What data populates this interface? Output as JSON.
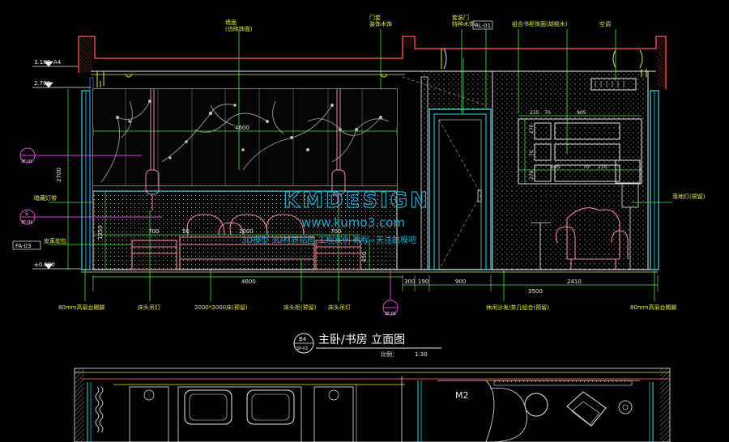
{
  "title": {
    "badge_top": "B4",
    "badge_bottom": "SP-02",
    "main": "主卧/书房 立面图",
    "scale_label": "比例：",
    "scale_value": "1:30"
  },
  "watermark": {
    "line1": "KMDESIGN",
    "line2": "www.kumo3.com",
    "line3": "3D模型 3D材质贴图 工程案例 教程=天注酷模吧"
  },
  "elevations": {
    "top": "3.100",
    "ceiling": "2.700",
    "floor": "±0.000"
  },
  "tags": {
    "A4": "A4",
    "B1": "3F-01",
    "S5": "5",
    "S5b": "3F-01",
    "FA03": "FA-03",
    "RL01": "RL-01",
    "M2": "M2",
    "C1": "3F-01"
  },
  "callouts_top": [
    "墙面\n(仿砖饰面)",
    "门套\n装饰木饰",
    "套装门\n特种木饰",
    "RL-01",
    "组合书柜饰面(胡桃木)",
    "空调"
  ],
  "callouts_left": [
    "暗藏灯带",
    "皮革软包"
  ],
  "callouts_right": [
    "落地灯(预留)"
  ],
  "callouts_bottom": [
    "80mm高窗台踢脚",
    "床头吊灯",
    "2000*2000床(预留)",
    "床头柜(预留)",
    "床头吊灯",
    "休闲沙发/茶几组合(预留)",
    "80mm高窗台踢脚"
  ],
  "dimensions": {
    "overall_left": "4600",
    "headboard": "2000",
    "bed_a": "700",
    "bed_b": "50",
    "bed_c": "700",
    "height_left": "2700",
    "height_mid": "1250",
    "height_bench": "450",
    "wall_gap": "300",
    "door_frame": "190",
    "door": "900",
    "right_overall": "3500",
    "right_sub": "2410",
    "bottom_overall": "4600",
    "shelf_a": "215",
    "shelf_b": "70",
    "shelf_c": "905",
    "shelf_d": "905",
    "shelf_e": "70",
    "shelf_f": "215",
    "shelf_h1": "270",
    "shelf_h2": "70",
    "shelf_h3": "270"
  },
  "colors": {
    "background": "#000000",
    "line_white": "#e8e8e8",
    "line_yellow": "#e8e84a",
    "line_cyan": "#3ad6e8",
    "line_red": "#e84848",
    "line_green": "#4ae84a",
    "line_magenta": "#e040e0",
    "line_pink": "#f08a9a",
    "line_blue": "#3a7ae8",
    "watermark": "#2aa6c8"
  }
}
